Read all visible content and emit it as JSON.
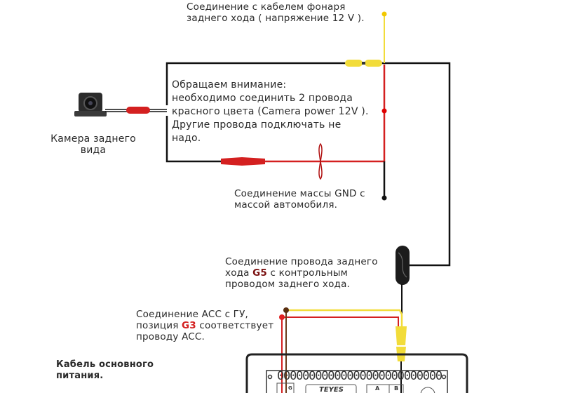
{
  "labels": {
    "reverse_light": [
      "Соединение с кабелем фонаря",
      "заднего хода ( напряжение 12 V )."
    ],
    "attention": [
      "Обращаем внимание:",
      "необходимо соединить 2 провода",
      "красного цвета (Camera power 12V ).",
      "Другие провода подключать не",
      "надо."
    ],
    "camera": [
      "Камера заднего",
      "вида"
    ],
    "gnd": [
      "Соединение массы GND с",
      "массой автомобиля."
    ],
    "reverse_g5": {
      "line1": "Соединение провода заднего",
      "line2_pre": "хода ",
      "line2_key": "G5",
      "line2_post": " с контрольным",
      "line3": "проводом заднего хода."
    },
    "acc": {
      "line1": "Соединение ACC с ГУ,",
      "line2_pre": "позиция ",
      "line2_key": "G3",
      "line2_post": " соответствует",
      "line3": "проводу ACC."
    },
    "main_cable": [
      "Кабель основного",
      "питания."
    ]
  },
  "head_unit": {
    "brand": "TEYES",
    "pin_row": "00000000000000000000000000",
    "port_a": "A",
    "port_b": "B",
    "port_g": "G"
  },
  "colors": {
    "wire_black": "#111111",
    "wire_red": "#d42020",
    "wire_yellow": "#f2dc3a",
    "wire_brown": "#6b3a1a",
    "highlight_dark": "#7a1010",
    "highlight_red": "#d42020"
  }
}
